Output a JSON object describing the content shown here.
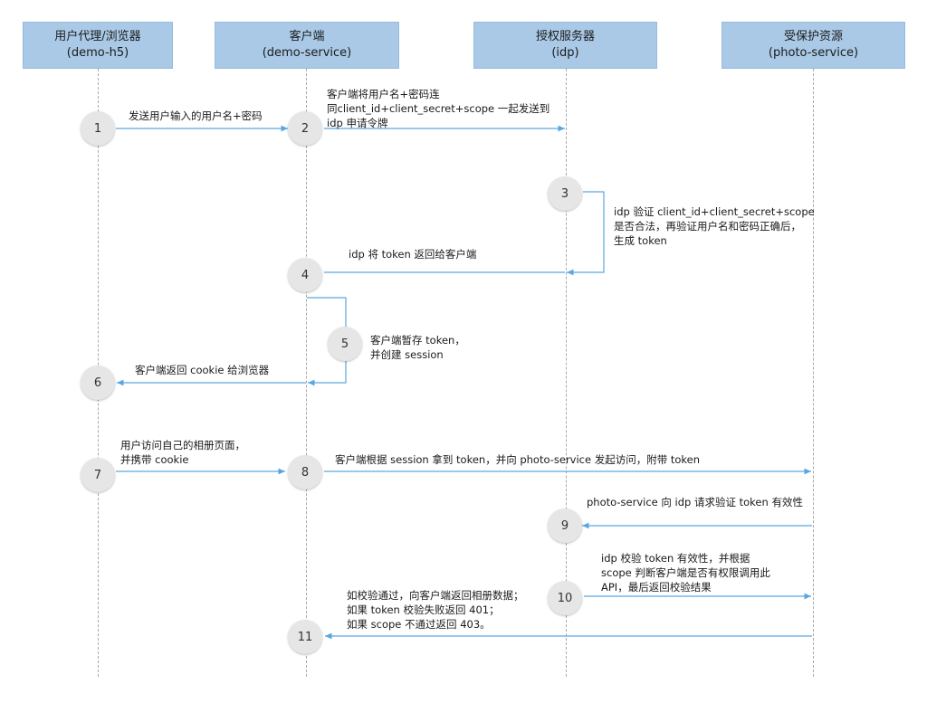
{
  "actors": [
    {
      "name": "用户代理/浏览器",
      "sub": "(demo-h5)"
    },
    {
      "name": "客户端",
      "sub": "(demo-service)"
    },
    {
      "name": "授权服务器",
      "sub": "(idp)"
    },
    {
      "name": "受保护资源",
      "sub": "(photo-service)"
    }
  ],
  "steps": [
    "1",
    "2",
    "3",
    "4",
    "5",
    "6",
    "7",
    "8",
    "9",
    "10",
    "11"
  ],
  "messages": {
    "m1": "发送用户输入的用户名+密码",
    "m2": "客户端将用户名+密码连\n同client_id+client_secret+scope 一起发送到\nidp 申请令牌",
    "m3": "idp 验证 client_id+client_secret+scope\n是否合法，再验证用户名和密码正确后，\n生成 token",
    "m4": "idp 将 token 返回给客户端",
    "m5": "客户端暂存  token，\n并创建 session",
    "m6": "客户端返回 cookie 给浏览器",
    "m7": "用户访问自己的相册页面，\n并携带 cookie",
    "m8": "客户端根据 session 拿到 token，并向 photo-service 发起访问，附带 token",
    "m9": "photo-service 向 idp 请求验证 token 有效性",
    "m10": "idp 校验 token 有效性，并根据\nscope 判断客户端是否有权限调用此\nAPI，最后返回校验结果",
    "m11": "如校验通过，向客户端返回相册数据；\n如果 token 校验失败返回 401；\n如果 scope 不通过返回 403。"
  },
  "colors": {
    "actor_bg": "#a9c9e6",
    "arrow": "#5aa6e0",
    "step_bg": "#e6e6e6"
  }
}
